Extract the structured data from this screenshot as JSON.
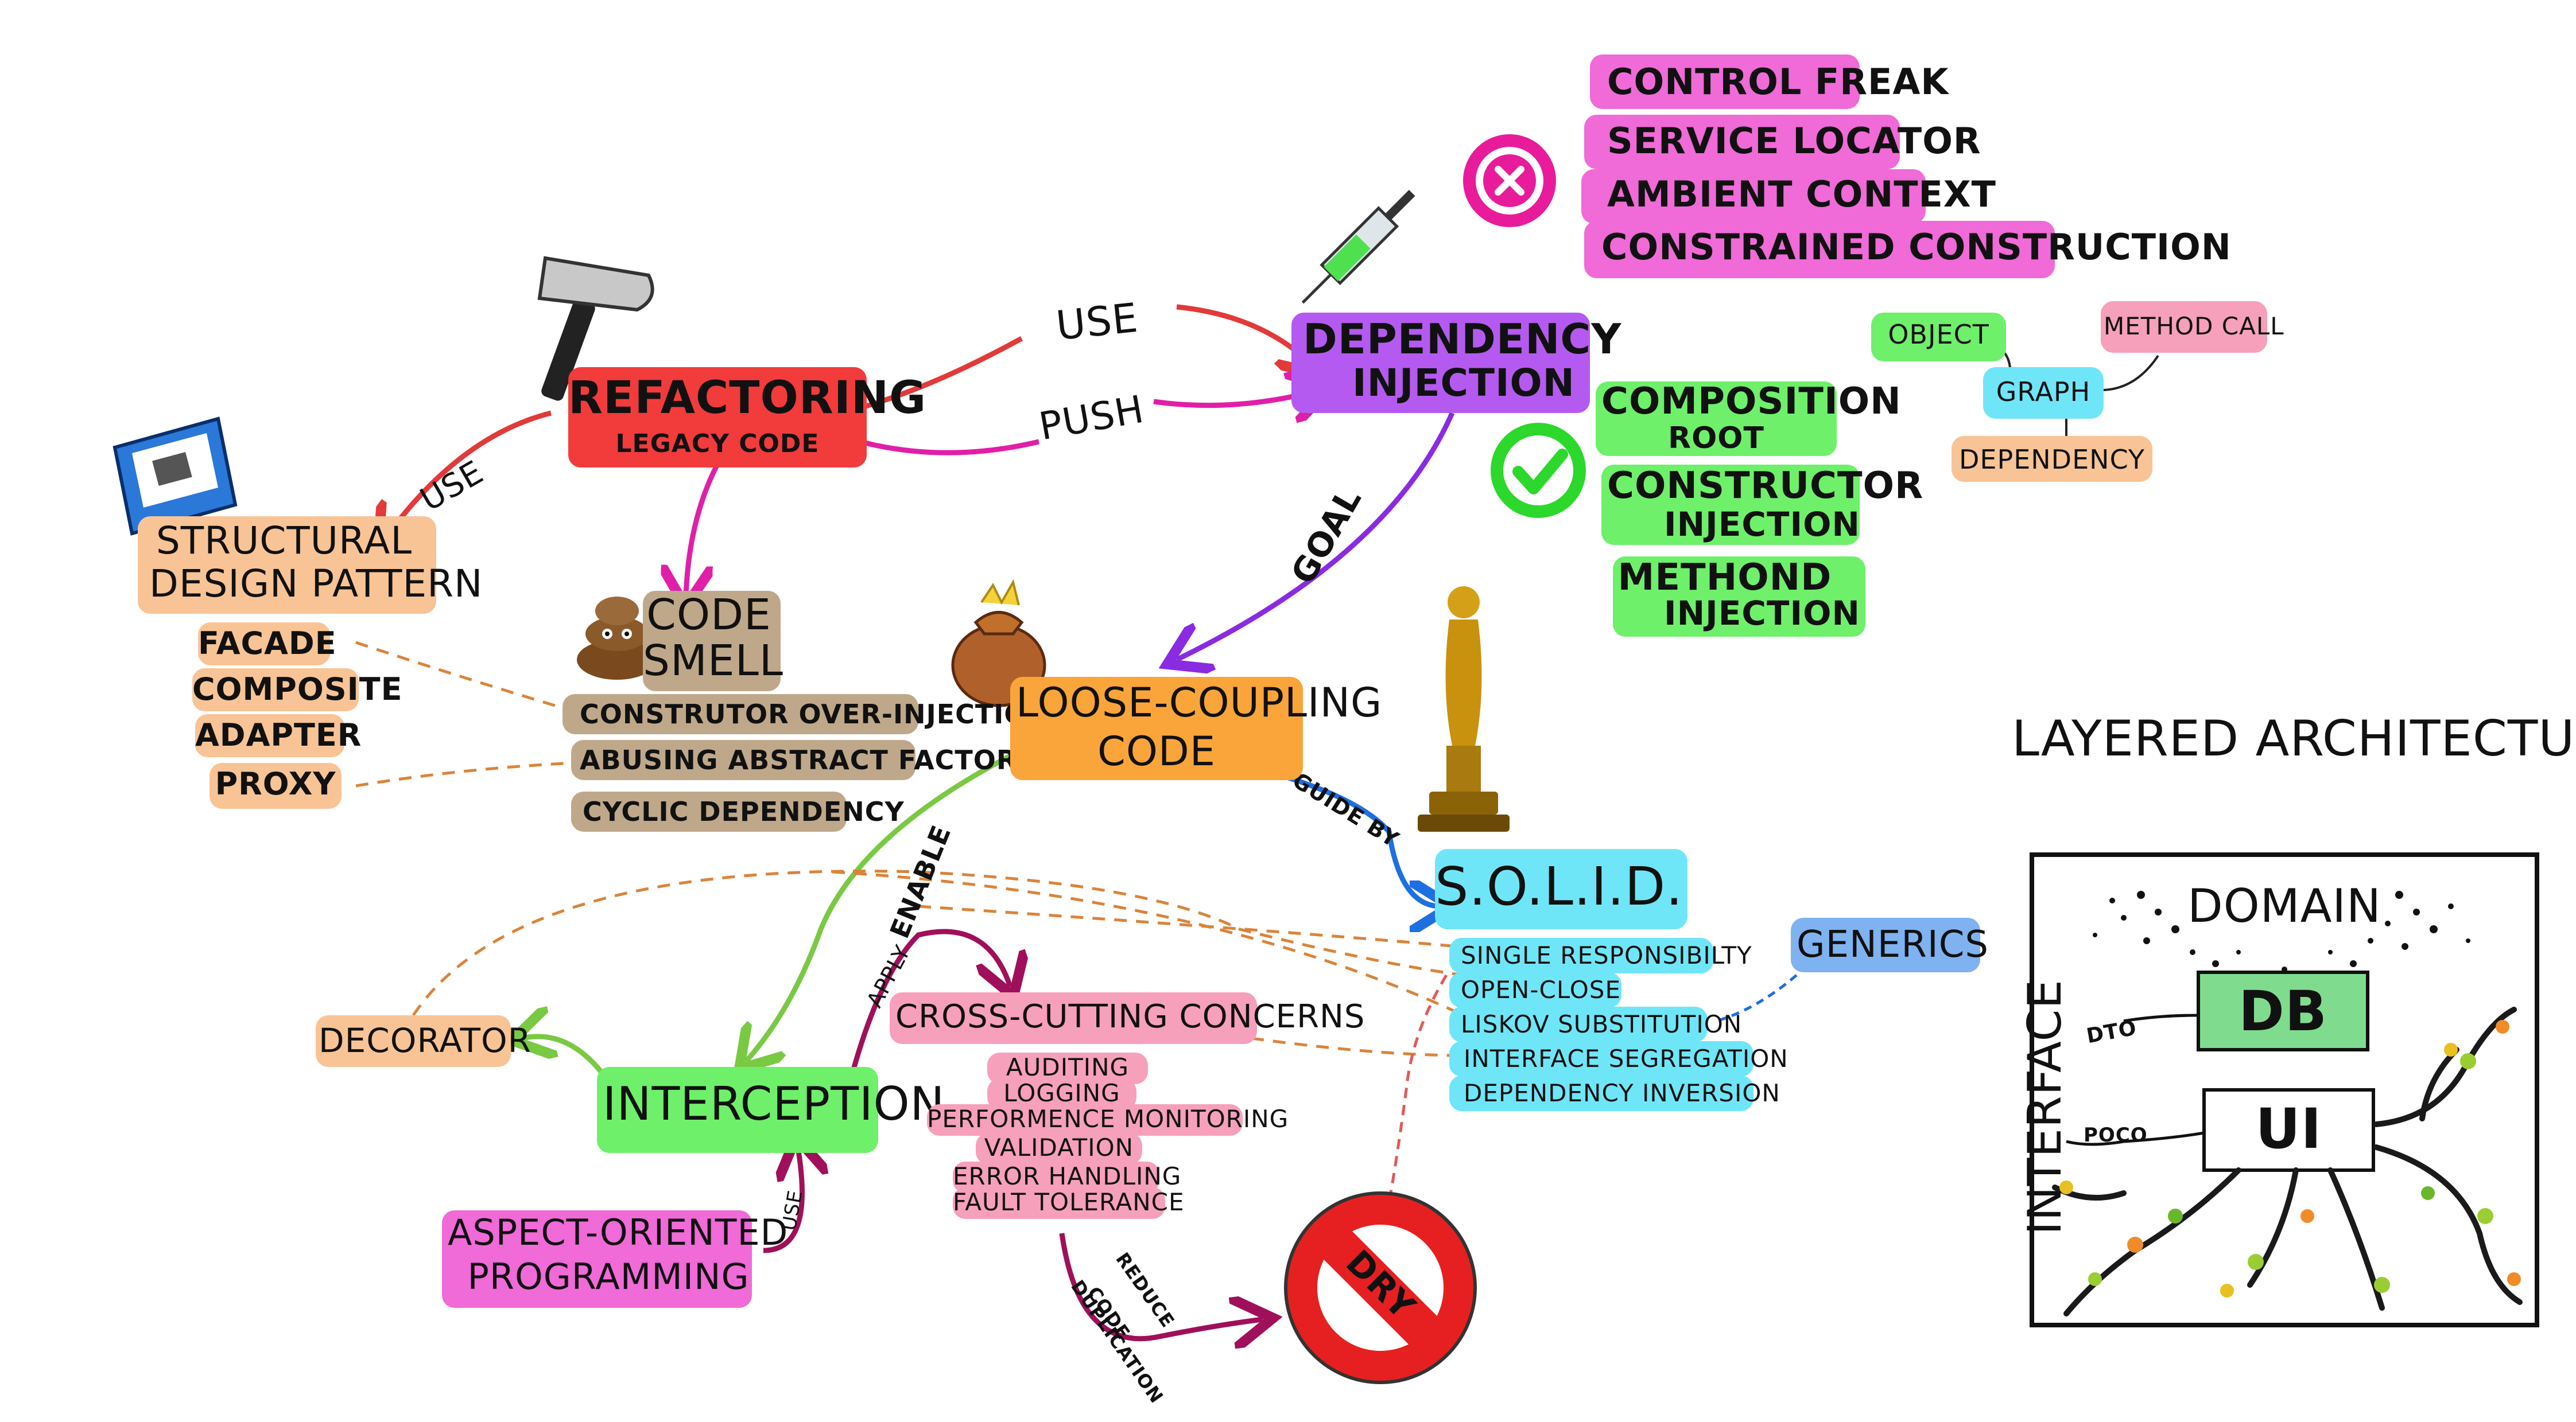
{
  "central": {
    "refactoring": "REFACTORING",
    "legacy_code": "LEGACY CODE",
    "di_line1": "DEPENDENCY",
    "di_line2": "INJECTION",
    "loose_line1": "LOOSE-COUPLING",
    "loose_line2": "CODE",
    "solid": "S.O.L.I.D.",
    "interception": "INTERCEPTION",
    "code_smell_line1": "CODE",
    "code_smell_line2": "SMELL"
  },
  "edges": {
    "use_top": "USE",
    "push": "PUSH",
    "use_left": "USE",
    "goal": "GOAL",
    "guide_by": "GUIDE BY",
    "enable": "ENABLE",
    "apply": "APPLY",
    "use_aop": "USE",
    "reduce_line1": "REDUCE",
    "reduce_line2": "CODE",
    "reduce_line3": "DUPLICATION"
  },
  "anti_patterns": [
    "CONTROL FREAK",
    "SERVICE LOCATOR",
    "AMBIENT CONTEXT",
    "CONSTRAINED CONSTRUCTION"
  ],
  "good_patterns": {
    "composition_1": "COMPOSITION",
    "composition_2": "ROOT",
    "constructor_1": "CONSTRUCTOR",
    "constructor_2": "INJECTION",
    "method_1": "METHOND",
    "method_2": "INJECTION"
  },
  "graph": {
    "object": "OBJECT",
    "method_call": "METHOD CALL",
    "graph": "GRAPH",
    "dependency": "DEPENDENCY"
  },
  "structural": {
    "title_1": "STRUCTURAL",
    "title_2": "DESIGN PATTERN",
    "items": [
      "FACADE",
      "COMPOSITE",
      "ADAPTER",
      "PROXY"
    ]
  },
  "smells": [
    "CONSTRUTOR OVER-INJECTION",
    "ABUSING ABSTRACT FACTORY",
    "CYCLIC DEPENDENCY"
  ],
  "solid_items": [
    "SINGLE RESPONSIBILTY",
    "OPEN-CLOSE",
    "LISKOV SUBSTITUTION",
    "INTERFACE SEGREGATION",
    "DEPENDENCY INVERSION"
  ],
  "generics": "GENERICS",
  "decorator": "DECORATOR",
  "aop_1": "ASPECT-ORIENTED",
  "aop_2": "PROGRAMMING",
  "cross_cutting": {
    "title": "CROSS-CUTTING CONCERNS",
    "items": [
      "AUDITING",
      "LOGGING",
      "PERFORMENCE MONITORING",
      "VALIDATION",
      "ERROR HANDLING",
      "FAULT TOLERANCE"
    ]
  },
  "dry": "DRY",
  "layered": {
    "title": "LAYERED ARCHITECTURE",
    "domain": "DOMAIN",
    "db": "DB",
    "ui": "UI",
    "interface": "INTERFACE",
    "dto": "DTO",
    "poco": "POCO"
  },
  "colors": {
    "pink": "#f06ad8",
    "green": "#6ef06a",
    "cyan": "#6fe6f8",
    "orange": "#f8c496",
    "red": "#f23b3b",
    "purple": "#b45af0"
  }
}
